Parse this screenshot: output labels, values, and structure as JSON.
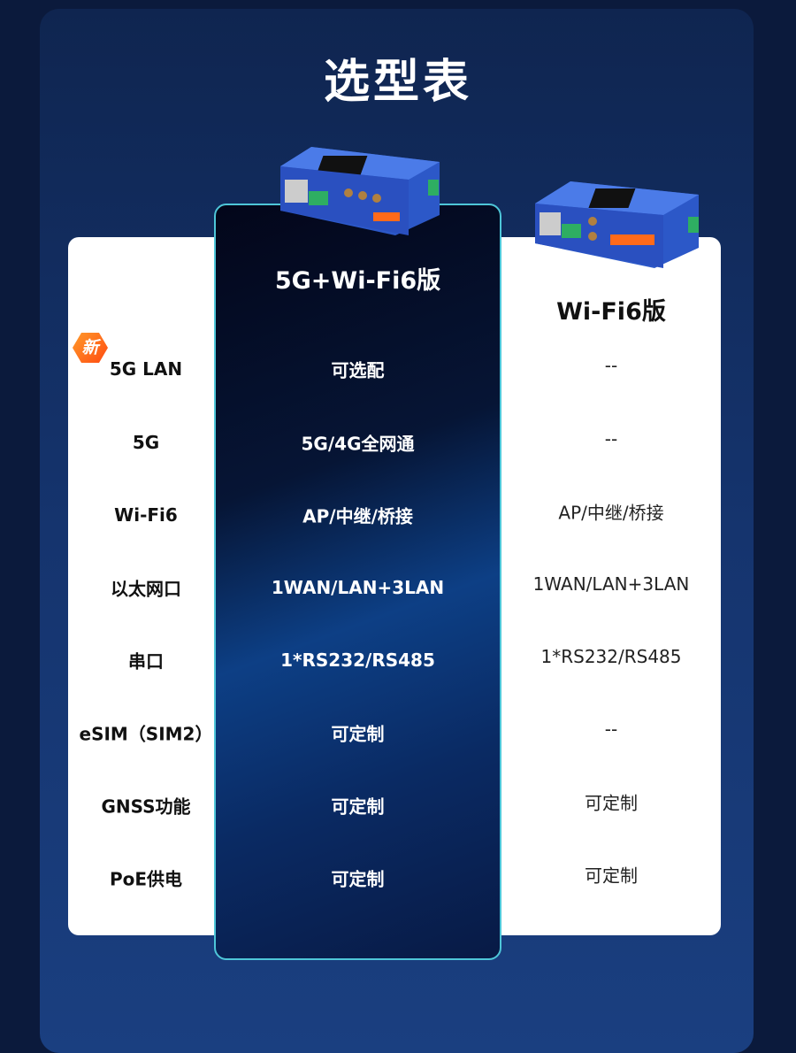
{
  "title": "选型表",
  "badge": "新",
  "columns": {
    "mid": "5G+Wi-Fi6版",
    "right": "Wi-Fi6版"
  },
  "rows": [
    {
      "label": "5G LAN",
      "mid": "可选配",
      "right": "--"
    },
    {
      "label": "5G",
      "mid": "5G/4G全网通",
      "right": "--"
    },
    {
      "label": "Wi-Fi6",
      "mid": "AP/中继/桥接",
      "right": "AP/中继/桥接"
    },
    {
      "label": "以太网口",
      "mid": "1WAN/LAN+3LAN",
      "right": "1WAN/LAN+3LAN"
    },
    {
      "label": "串口",
      "mid": "1*RS232/RS485",
      "right": "1*RS232/RS485"
    },
    {
      "label": "eSIM（SIM2）",
      "mid": "可定制",
      "right": "--"
    },
    {
      "label": "GNSS功能",
      "mid": "可定制",
      "right": "可定制"
    },
    {
      "label": "PoE供电",
      "mid": "可定制",
      "right": "可定制"
    }
  ],
  "colors": {
    "accent": "#4ec6d8",
    "badge": "#ff5a1a",
    "device": "#2f5fd0"
  }
}
